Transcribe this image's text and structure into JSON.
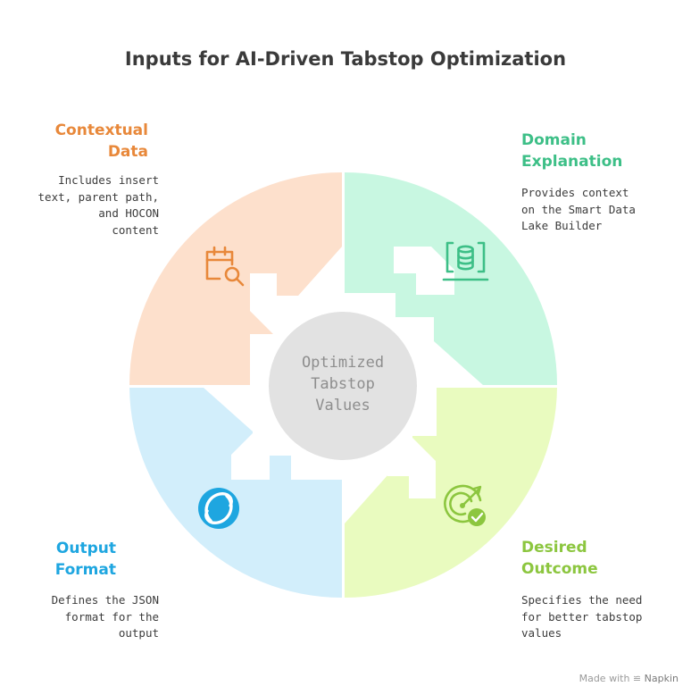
{
  "title": "Inputs for AI-Driven Tabstop Optimization",
  "center": {
    "label": "Optimized\nTabstop\nValues"
  },
  "segments": {
    "contextual": {
      "heading": "Contextual\nData",
      "description": "Includes insert\ntext, parent path,\nand HOCON\ncontent",
      "icon": "calendar-search-icon",
      "color": "#e8883a",
      "fill": "#fde0cc"
    },
    "domain": {
      "heading": "Domain\nExplanation",
      "description": "Provides context\non the Smart Data\nLake Builder",
      "icon": "database-icon",
      "color": "#3dbf87",
      "fill": "#c8f7e1"
    },
    "output": {
      "heading": "Output\nFormat",
      "description": "Defines the JSON\nformat for the\noutput",
      "icon": "loop-logo-icon",
      "color": "#1ea6e0",
      "fill": "#d2eefb"
    },
    "outcome": {
      "heading": "Desired\nOutcome",
      "description": "Specifies the need\nfor better tabstop\nvalues",
      "icon": "target-check-icon",
      "color": "#8cc63f",
      "fill": "#e9fbbf"
    }
  },
  "footer": {
    "made_with": "Made with",
    "brand": "Napkin"
  }
}
